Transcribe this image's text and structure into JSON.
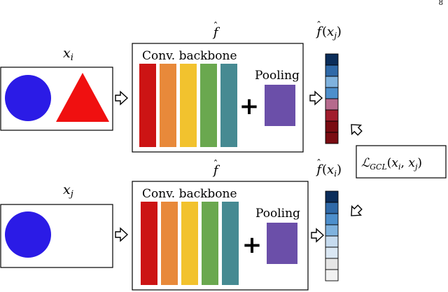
{
  "diagram": {
    "top_branch": {
      "input_label": "x_i",
      "model_label": "f̂",
      "backbone_label": "Conv. backbone",
      "pooling_label": "Pooling",
      "plus_symbol": "+",
      "output_label": "f̂(x_j)",
      "shapes": [
        "blue-circle",
        "red-triangle"
      ],
      "output_vector_colors": [
        "#0b2d5a",
        "#2f69a8",
        "#7fb2de",
        "#4d8fcc",
        "#b66a8d",
        "#a11d2c",
        "#7a0c12",
        "#7a0c12"
      ]
    },
    "bottom_branch": {
      "input_label": "x_j",
      "model_label": "f̂",
      "backbone_label": "Conv. backbone",
      "pooling_label": "Pooling",
      "plus_symbol": "+",
      "output_label": "f̂(x_i)",
      "shapes": [
        "blue-circle"
      ],
      "output_vector_colors": [
        "#0b2d5a",
        "#2f69a8",
        "#4d8fcc",
        "#7fb2de",
        "#c6dbef",
        "#dbe8f4",
        "#e6e6e6",
        "#f2f2f2"
      ]
    },
    "loss_label": "ℒ_GCL(x_i, x_j)",
    "backbone_layer_colors": [
      "#cc1414",
      "#e8893a",
      "#f2c22e",
      "#6aa84f",
      "#468a92"
    ],
    "pooling_color": "#6b4fa9",
    "page_number": "8"
  }
}
